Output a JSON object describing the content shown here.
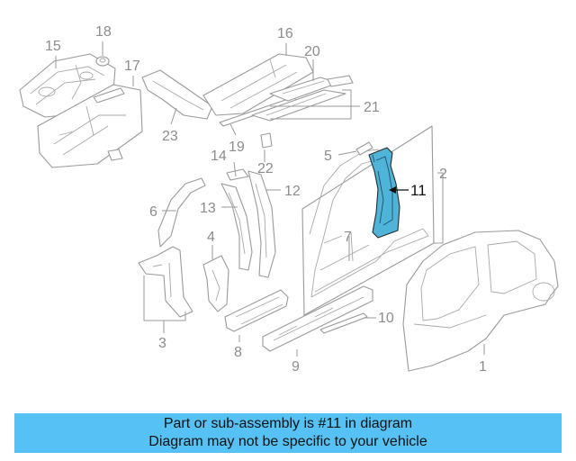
{
  "diagram": {
    "callouts": [
      "1",
      "2",
      "3",
      "4",
      "5",
      "6",
      "7",
      "8",
      "9",
      "10",
      "11",
      "12",
      "13",
      "14",
      "15",
      "16",
      "17",
      "18",
      "19",
      "20",
      "21",
      "22",
      "23"
    ],
    "highlighted_part": "11",
    "highlight_color": "#4fb4d8",
    "line_color": "#9a9a9a"
  },
  "banner": {
    "line1": "Part or sub-assembly is #11 in diagram",
    "line2": "Diagram may not be specific to your vehicle",
    "background": "#55c1f4"
  }
}
